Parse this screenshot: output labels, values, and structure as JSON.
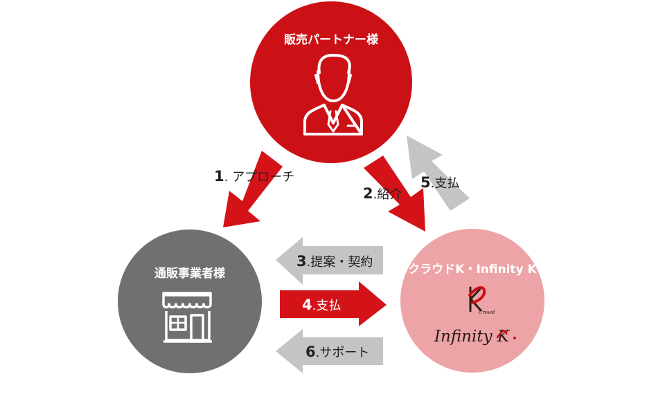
{
  "colors": {
    "partner": "#cc1116",
    "merchant": "#707070",
    "crowd": "#eda4a6",
    "red_arrow": "#d41319",
    "gray_arrow": "#c4c4c4",
    "white": "#ffffff"
  },
  "nodes": {
    "partner": {
      "title": "販売パートナー様",
      "icon": "businessman-icon"
    },
    "merchant": {
      "title": "通販事業者様",
      "icon": "storefront-icon"
    },
    "crowd": {
      "title": "クラウドK・Infinity K",
      "logo_text": "Infinity K",
      "logo_small": "Crowd",
      "icon": "crowd-k-logo"
    }
  },
  "arrows": {
    "a1": {
      "num": "1",
      "text": ". アプローチ"
    },
    "a2": {
      "num": "2",
      "text": ".紹介"
    },
    "a3": {
      "num": "3",
      "text": ".提案・契約"
    },
    "a4": {
      "num": "4",
      "text": ".支払"
    },
    "a5": {
      "num": "5",
      "text": ".支払"
    },
    "a6": {
      "num": "6",
      "text": ".サポート"
    }
  }
}
